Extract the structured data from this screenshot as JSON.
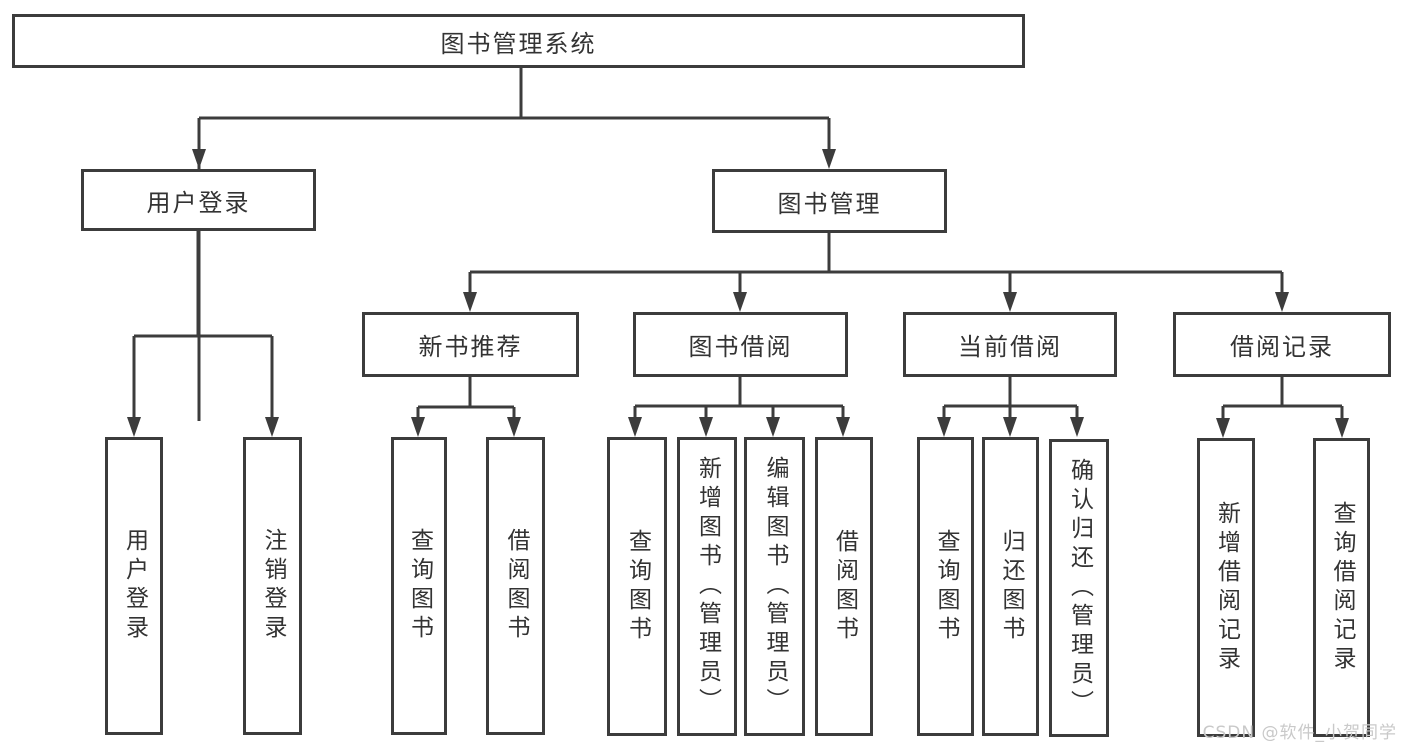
{
  "colors": {
    "line": "#3c3c3c",
    "text": "#333333",
    "background": "#ffffff",
    "watermark": "#c9c9c9"
  },
  "tree": {
    "root": {
      "label": "图书管理系统",
      "children": [
        {
          "label": "用户登录",
          "children": [
            {
              "label": "用户登录"
            },
            {
              "label": "注销登录"
            }
          ]
        },
        {
          "label": "图书管理",
          "children": [
            {
              "label": "新书推荐",
              "children": [
                {
                  "label": "查询图书"
                },
                {
                  "label": "借阅图书"
                }
              ]
            },
            {
              "label": "图书借阅",
              "children": [
                {
                  "label": "查询图书"
                },
                {
                  "label": "新增图书（管理员）"
                },
                {
                  "label": "编辑图书（管理员）"
                },
                {
                  "label": "借阅图书"
                }
              ]
            },
            {
              "label": "当前借阅",
              "children": [
                {
                  "label": "查询图书"
                },
                {
                  "label": "归还图书"
                },
                {
                  "label": "确认归还（管理员）"
                }
              ]
            },
            {
              "label": "借阅记录",
              "children": [
                {
                  "label": "新增借阅记录"
                },
                {
                  "label": "查询借阅记录"
                }
              ]
            }
          ]
        }
      ]
    }
  },
  "watermark": {
    "text": "CSDN @软件_小贺同学"
  }
}
